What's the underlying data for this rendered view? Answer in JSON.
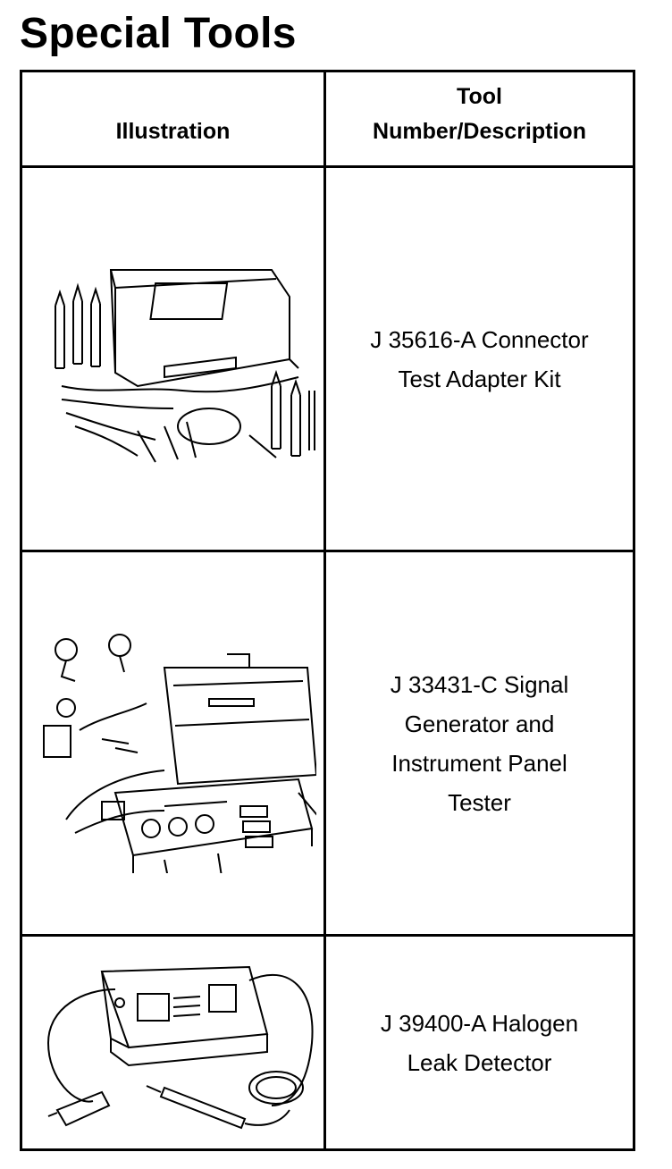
{
  "page": {
    "title": "Special Tools"
  },
  "table": {
    "headers": {
      "illustration": "Illustration",
      "tool_line1": "Tool",
      "tool_line2": "Number/Description"
    },
    "rows": [
      {
        "illustration_icon": "connector-test-adapter-kit-illustration",
        "description_lines": [
          "J 35616-A Connector",
          "Test Adapter Kit"
        ]
      },
      {
        "illustration_icon": "signal-generator-tester-illustration",
        "description_lines": [
          "J 33431-C Signal",
          "Generator and",
          "Instrument Panel",
          "Tester"
        ]
      },
      {
        "illustration_icon": "halogen-leak-detector-illustration",
        "description_lines": [
          "J 39400-A Halogen",
          "Leak Detector"
        ]
      }
    ]
  }
}
